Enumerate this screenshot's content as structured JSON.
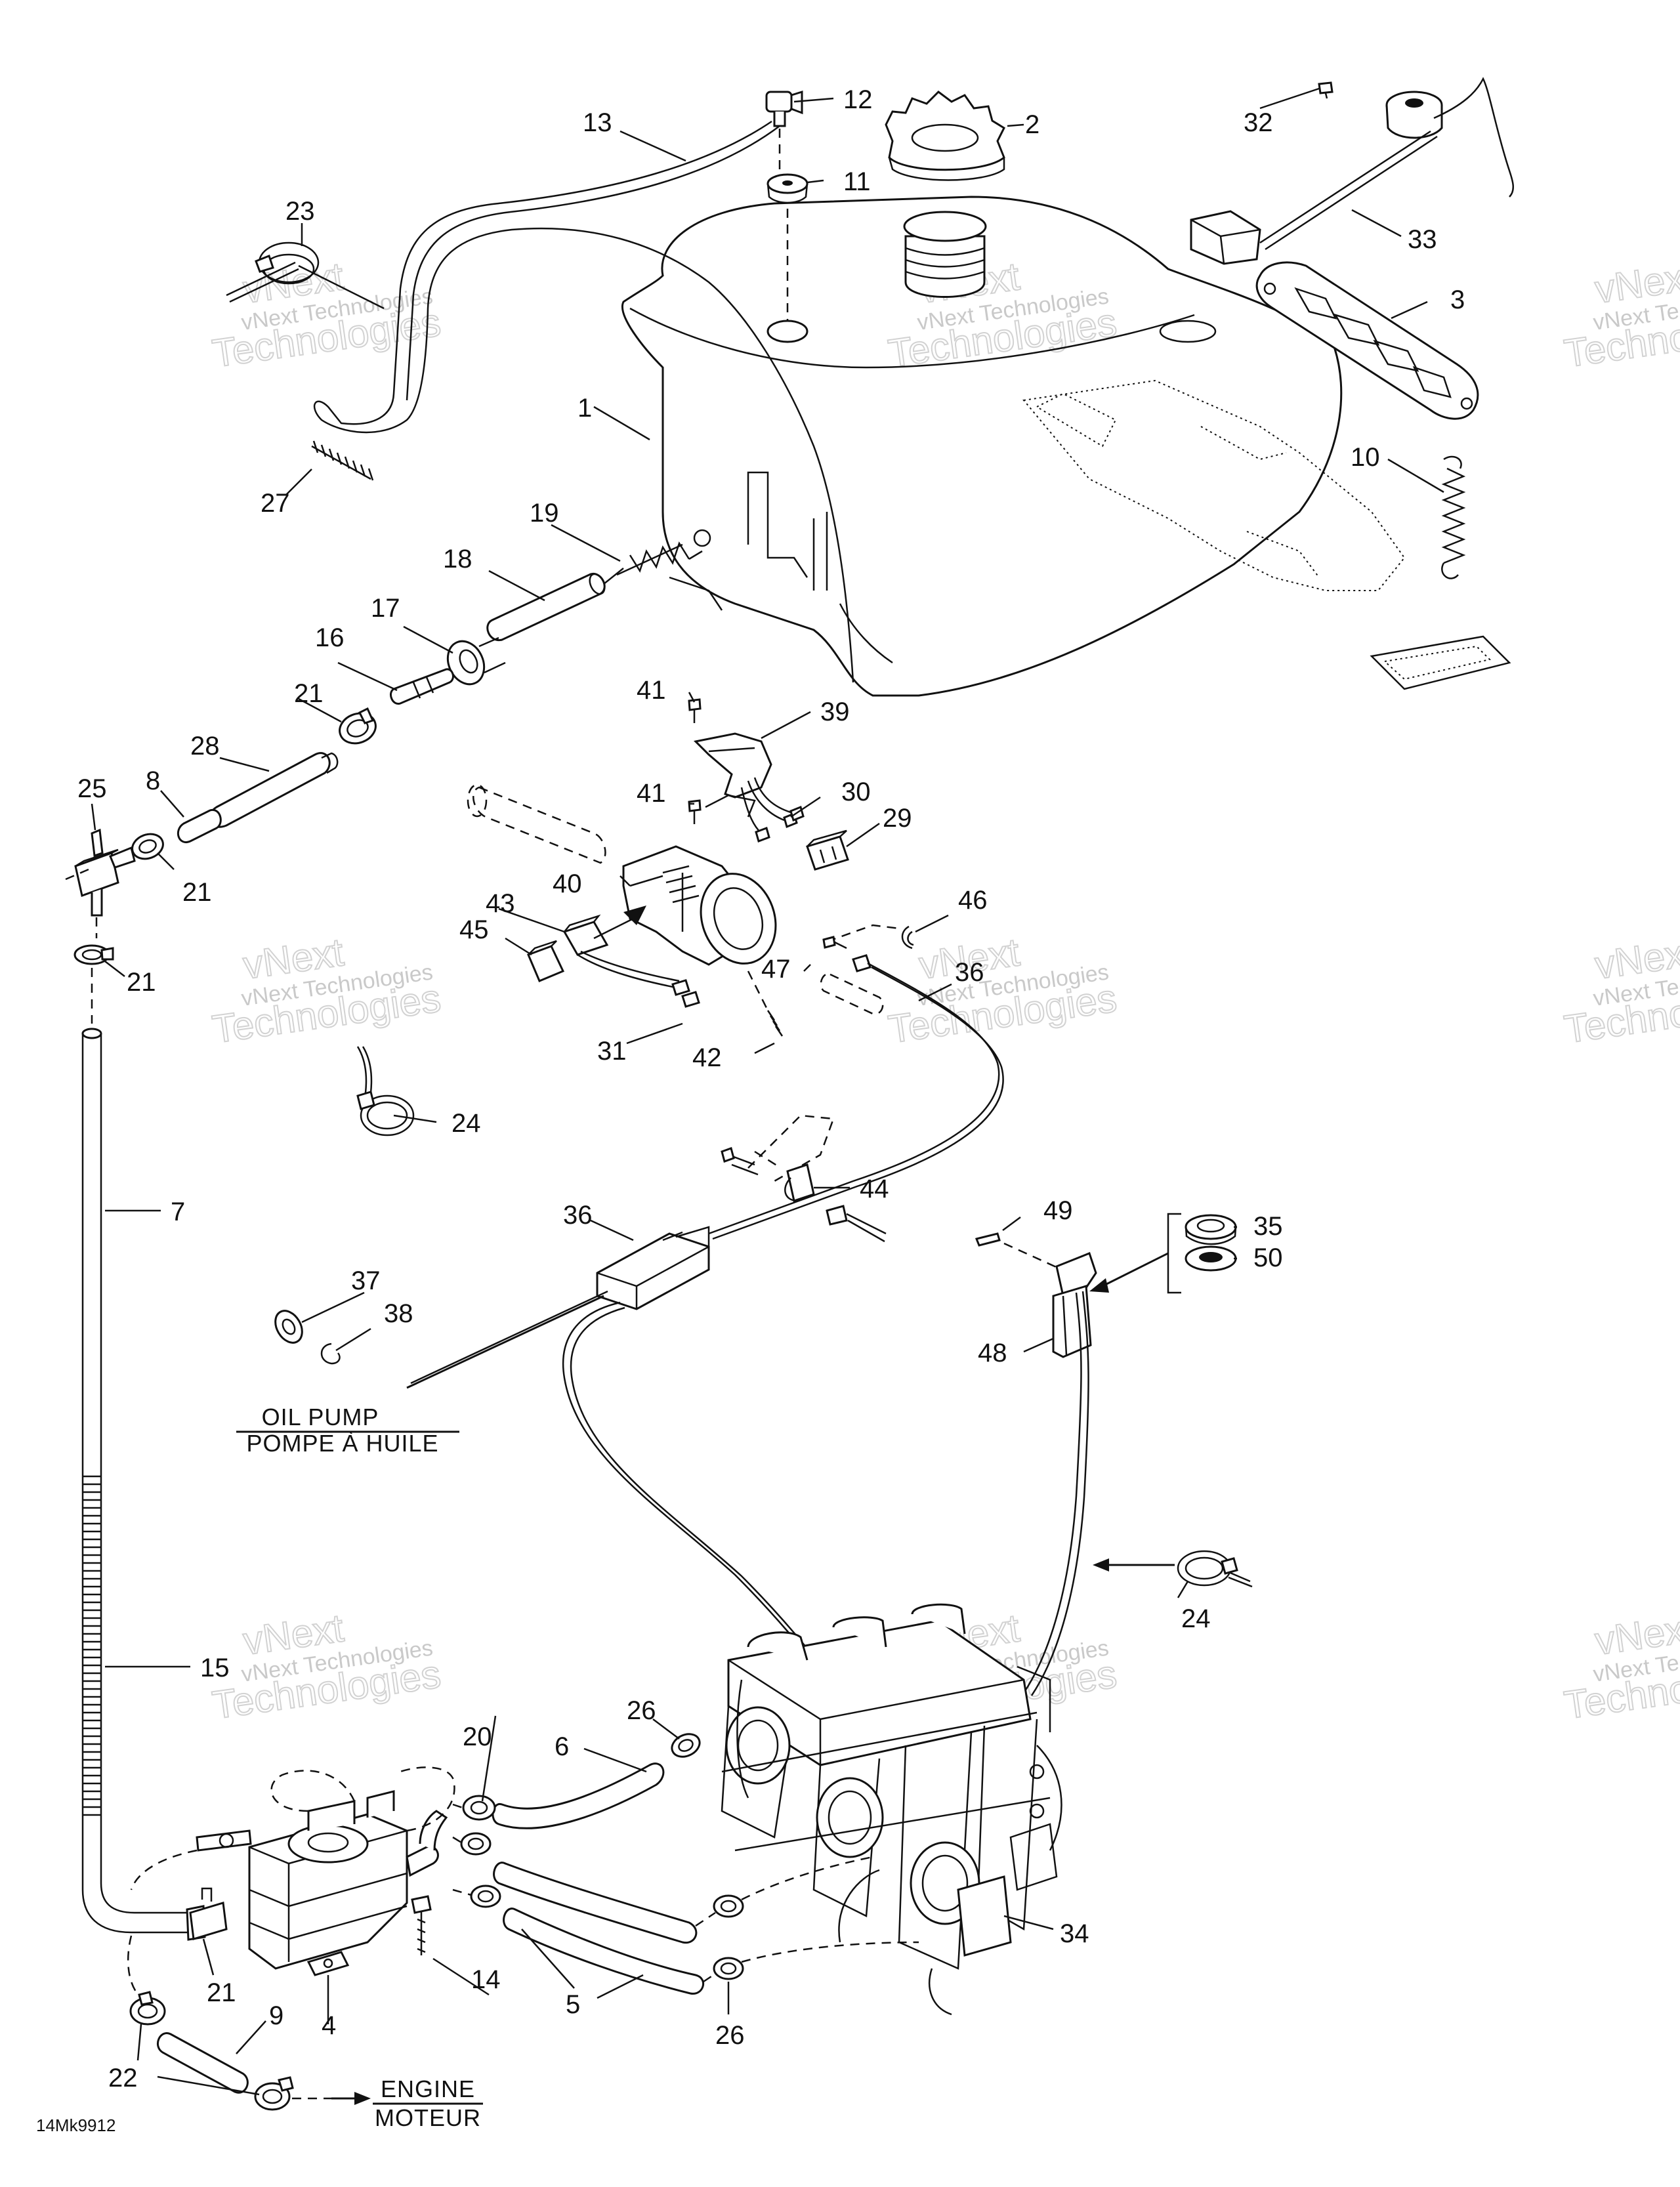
{
  "diagram": {
    "callouts": [
      "1",
      "2",
      "3",
      "4",
      "5",
      "6",
      "7",
      "8",
      "9",
      "10",
      "11",
      "12",
      "13",
      "14",
      "15",
      "16",
      "17",
      "18",
      "19",
      "20",
      "21",
      "22",
      "23",
      "24",
      "25",
      "26",
      "27",
      "28",
      "29",
      "30",
      "31",
      "32",
      "33",
      "34",
      "35",
      "36",
      "37",
      "38",
      "39",
      "40",
      "41",
      "42",
      "43",
      "44",
      "45",
      "46",
      "47",
      "48",
      "49",
      "50"
    ],
    "captions": {
      "oil_pump_en": "OIL PUMP",
      "oil_pump_fr": "POMPE À HUILE",
      "engine_en": "ENGINE",
      "engine_fr": "MOTEUR"
    },
    "drawing_code": "14Mk9912",
    "watermark": {
      "line1": "vNext",
      "line2": "vNext Technologies",
      "line3": "Technologies"
    }
  }
}
